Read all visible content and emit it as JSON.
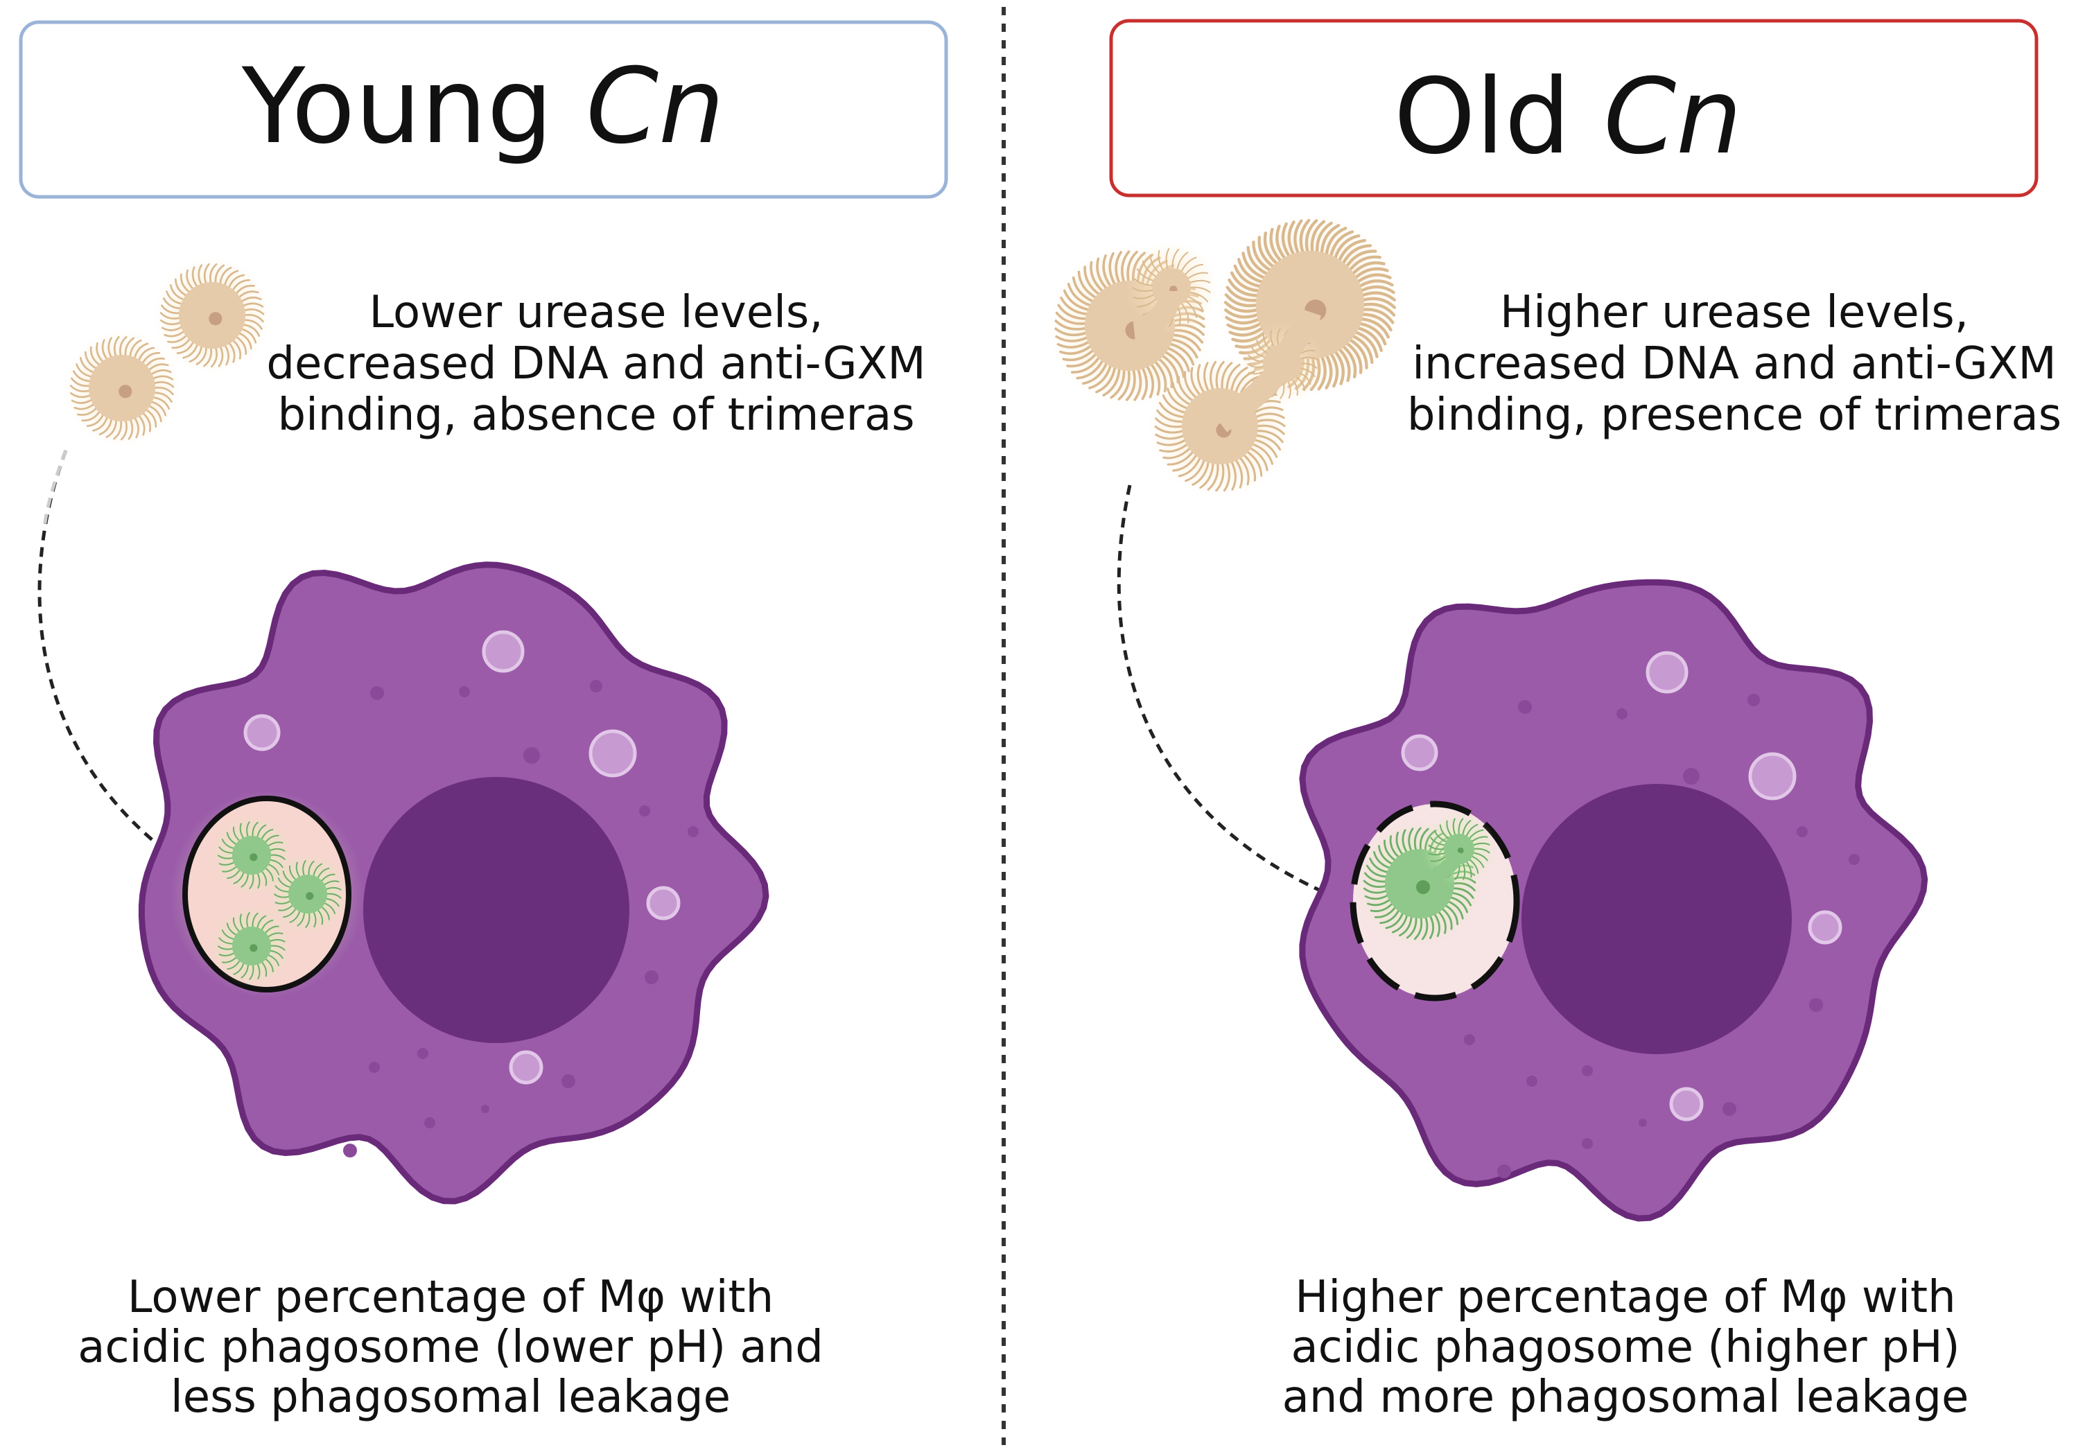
{
  "panels": {
    "left": {
      "title_plain": "Young",
      "title_italic": "Cn",
      "frame_color": "#9ab3d8",
      "top_text": [
        "Lower urease levels,",
        "decreased DNA and anti-GXM",
        "binding, absence of trimeras"
      ],
      "bottom_text": [
        "Lower percentage of Mφ with",
        "acidic phagosome (lower pH) and",
        "less phagosomal leakage"
      ]
    },
    "right": {
      "title_plain": "Old",
      "title_italic": "Cn",
      "frame_color": "#c8302e",
      "top_text": [
        "Higher urease levels,",
        "increased DNA and anti-GXM",
        "binding, presence of trimeras"
      ],
      "bottom_text": [
        "Higher percentage of Mφ with",
        "acidic phagosome (higher pH)",
        "and more phagosomal leakage"
      ]
    }
  },
  "colors": {
    "macrophage_fill": "#9b5ba9",
    "macrophage_outline": "#6a2a7a",
    "nucleus": "#6a2f7c",
    "yeast_tan": "#e6cbaa",
    "yeast_green": "#8fc88a",
    "phagosome_young": "#f6d6cf",
    "phagosome_old": "#f7e4e4"
  },
  "icons": [
    "cryptococcus-cell-icon",
    "macrophage-icon",
    "phagosome-icon",
    "dashed-arrow-icon"
  ]
}
